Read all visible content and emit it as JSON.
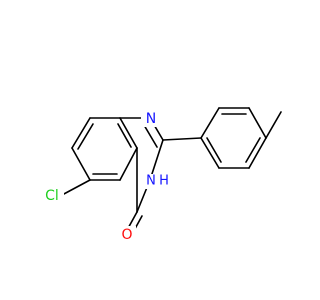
{
  "colors": {
    "background": "#ffffff",
    "bond": "#000000",
    "nitrogen": "#1414ff",
    "oxygen": "#ff0d0d",
    "chlorine": "#1fcf1f"
  },
  "atoms": {
    "n1": {
      "label": "N",
      "element": "nitrogen"
    },
    "n3": {
      "label": "N",
      "element": "nitrogen"
    },
    "n3h": {
      "label": "H",
      "element": "nitrogen"
    },
    "o": {
      "label": "O",
      "element": "oxygen"
    },
    "cl": {
      "label": "Cl",
      "element": "chlorine"
    }
  }
}
